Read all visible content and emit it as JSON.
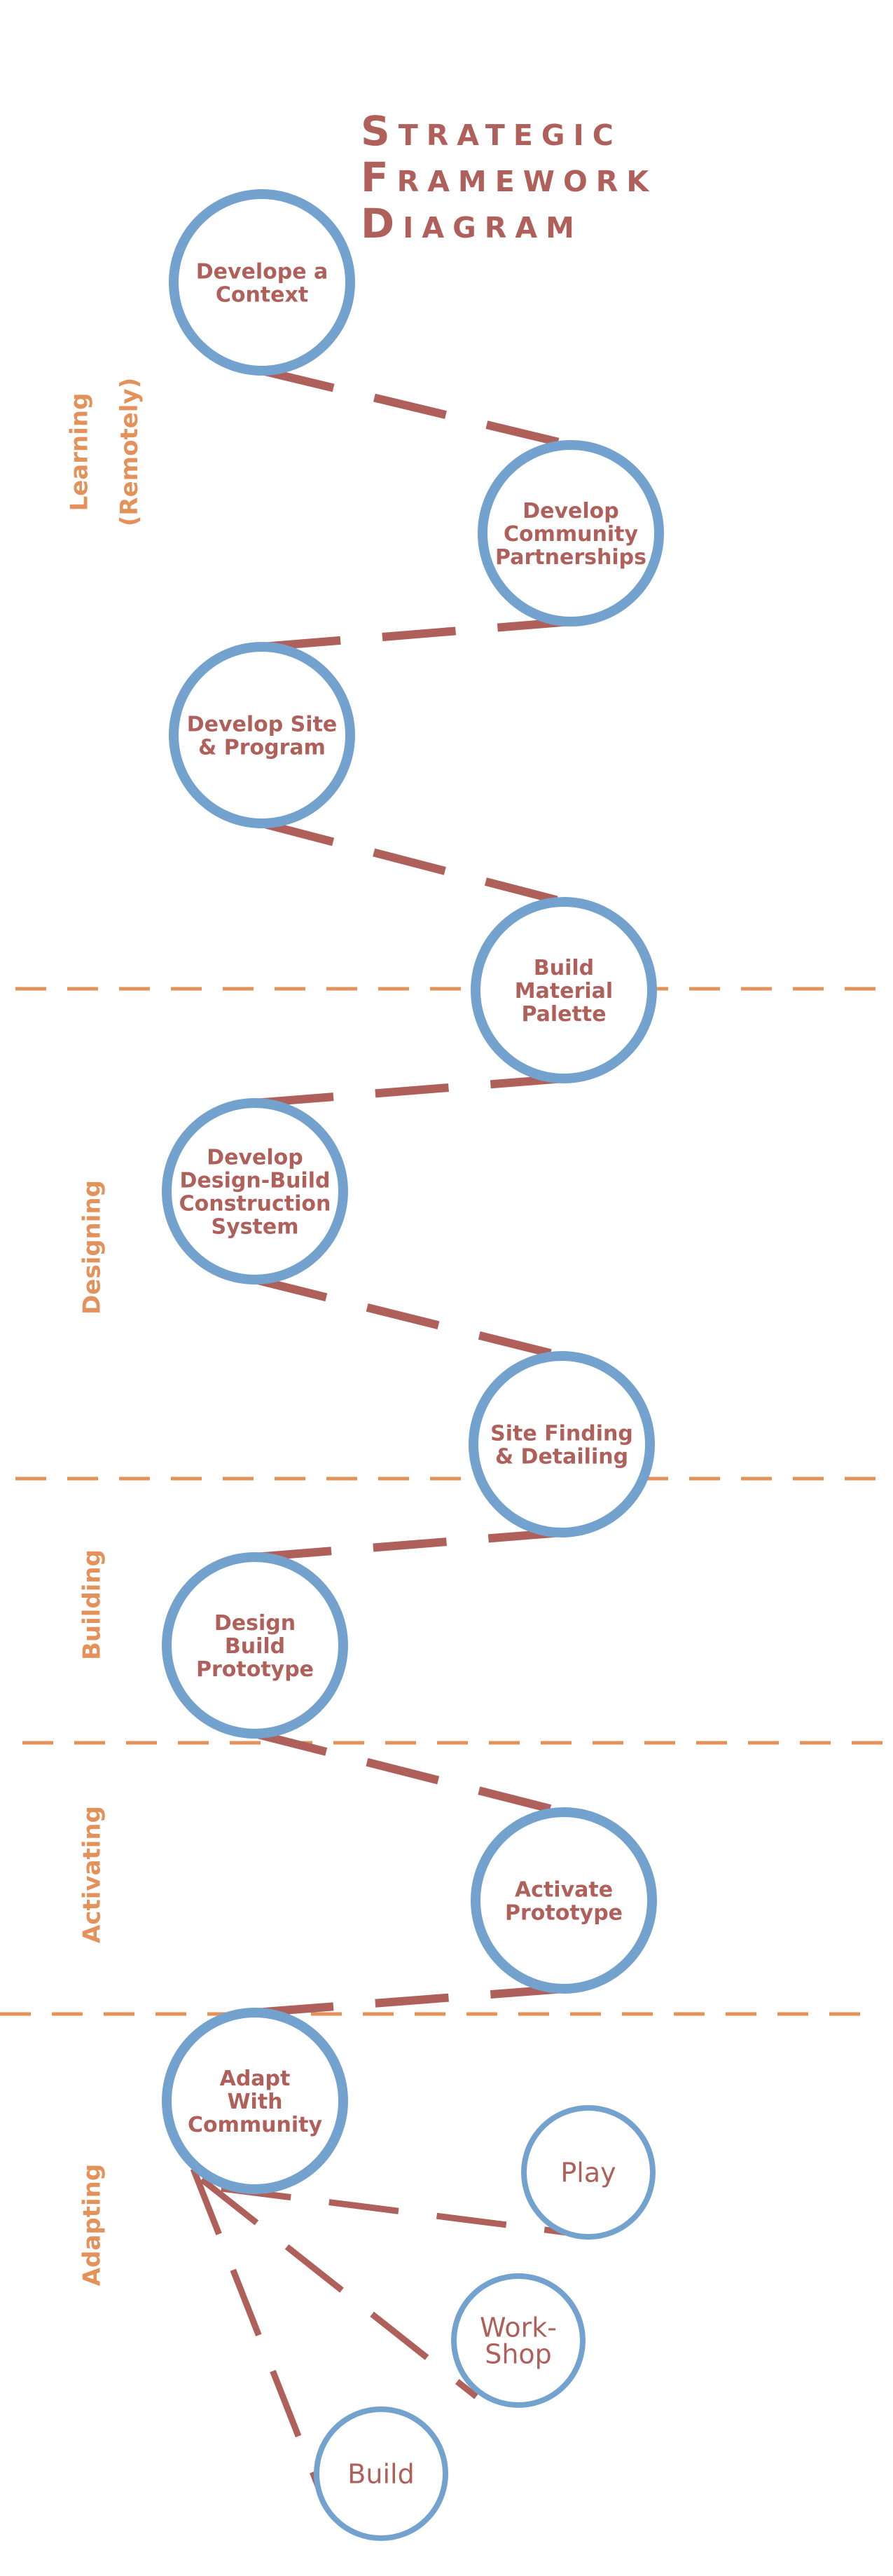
{
  "title": {
    "lines": [
      "Strategic",
      "Framework",
      "Diagram"
    ]
  },
  "colors": {
    "accent": "#B0605A",
    "circle": "#74A2CF",
    "phase": "#E2925A",
    "divider": "#E2925A",
    "background": "#FFFFFF"
  },
  "phases": [
    {
      "lines": [
        "Learning",
        "(Remotely)"
      ]
    },
    {
      "lines": [
        "Designing"
      ]
    },
    {
      "lines": [
        "Building"
      ]
    },
    {
      "lines": [
        "Activating"
      ]
    },
    {
      "lines": [
        "Adapting"
      ]
    }
  ],
  "nodes": [
    {
      "id": "context",
      "lines": [
        "Develope a",
        "Context"
      ]
    },
    {
      "id": "partnerships",
      "lines": [
        "Develop",
        "Community",
        "Partnerships"
      ]
    },
    {
      "id": "site-program",
      "lines": [
        "Develop Site",
        "& Program"
      ]
    },
    {
      "id": "material-palette",
      "lines": [
        "Build",
        "Material",
        "Palette"
      ]
    },
    {
      "id": "construction-system",
      "lines": [
        "Develop",
        "Design-Build",
        "Construction",
        "System"
      ]
    },
    {
      "id": "site-finding",
      "lines": [
        "Site Finding",
        "& Detailing"
      ]
    },
    {
      "id": "design-prototype",
      "lines": [
        "Design",
        "Build",
        "Prototype"
      ]
    },
    {
      "id": "activate-prototype",
      "lines": [
        "Activate",
        "Prototype"
      ]
    },
    {
      "id": "adapt-community",
      "lines": [
        "Adapt",
        "With",
        "Community"
      ]
    }
  ],
  "leaves": [
    {
      "id": "play",
      "lines": [
        "Play"
      ]
    },
    {
      "id": "workshop",
      "lines": [
        "Work-",
        "Shop"
      ]
    },
    {
      "id": "build",
      "lines": [
        "Build"
      ]
    }
  ]
}
